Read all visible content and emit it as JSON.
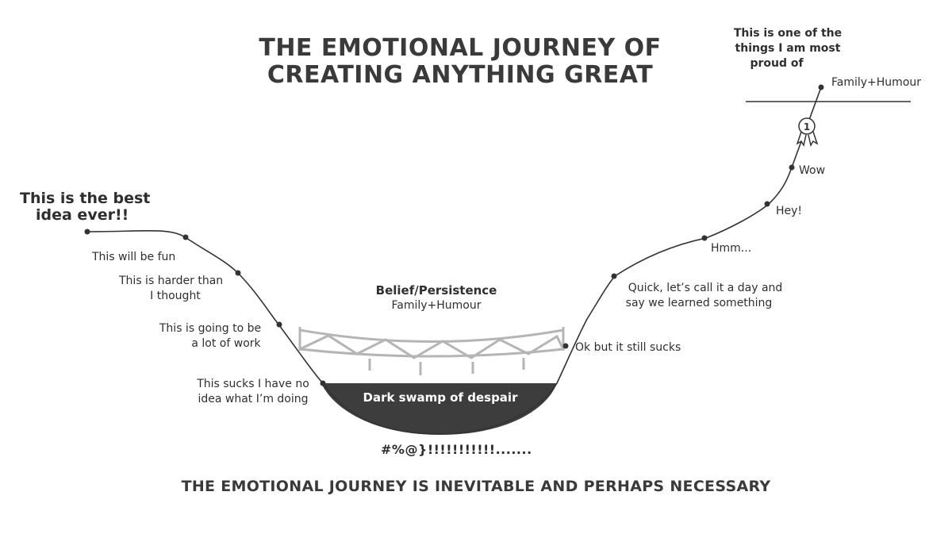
{
  "title": [
    "THE EMOTIONAL JOURNEY OF",
    "CREATING ANYTHING GREAT"
  ],
  "start_label": [
    "This is the best",
    "idea ever!!"
  ],
  "stages_descending": [
    "This will be fun",
    [
      "This is harder than",
      "I thought"
    ],
    [
      "This is going to be",
      "a lot of work"
    ],
    [
      "This sucks I have no",
      "idea what I’m doing"
    ]
  ],
  "bridge": {
    "title": "Belief/Persistence",
    "subtitle": "Family+Humour"
  },
  "swamp_label": "Dark swamp of despair",
  "cursing": "#%@}!!!!!!!!!!!.......",
  "stages_ascending": [
    "Ok but it still sucks",
    [
      "Quick, let’s call it a day and",
      "say we learned something"
    ],
    "Hmm...",
    "Hey!",
    "Wow"
  ],
  "peak_label": [
    "This is one of the",
    "things I am most",
    "proud of"
  ],
  "peak_sublabel": "Family+Humour",
  "medal_number": "1",
  "footer": "THE EMOTIONAL JOURNEY IS INEVITABLE AND PERHAPS NECESSARY",
  "colors": {
    "text": "#3a3a3a",
    "curve": "#333333",
    "swamp": "#3d3d3d",
    "bridge": "#b5b5b5"
  }
}
